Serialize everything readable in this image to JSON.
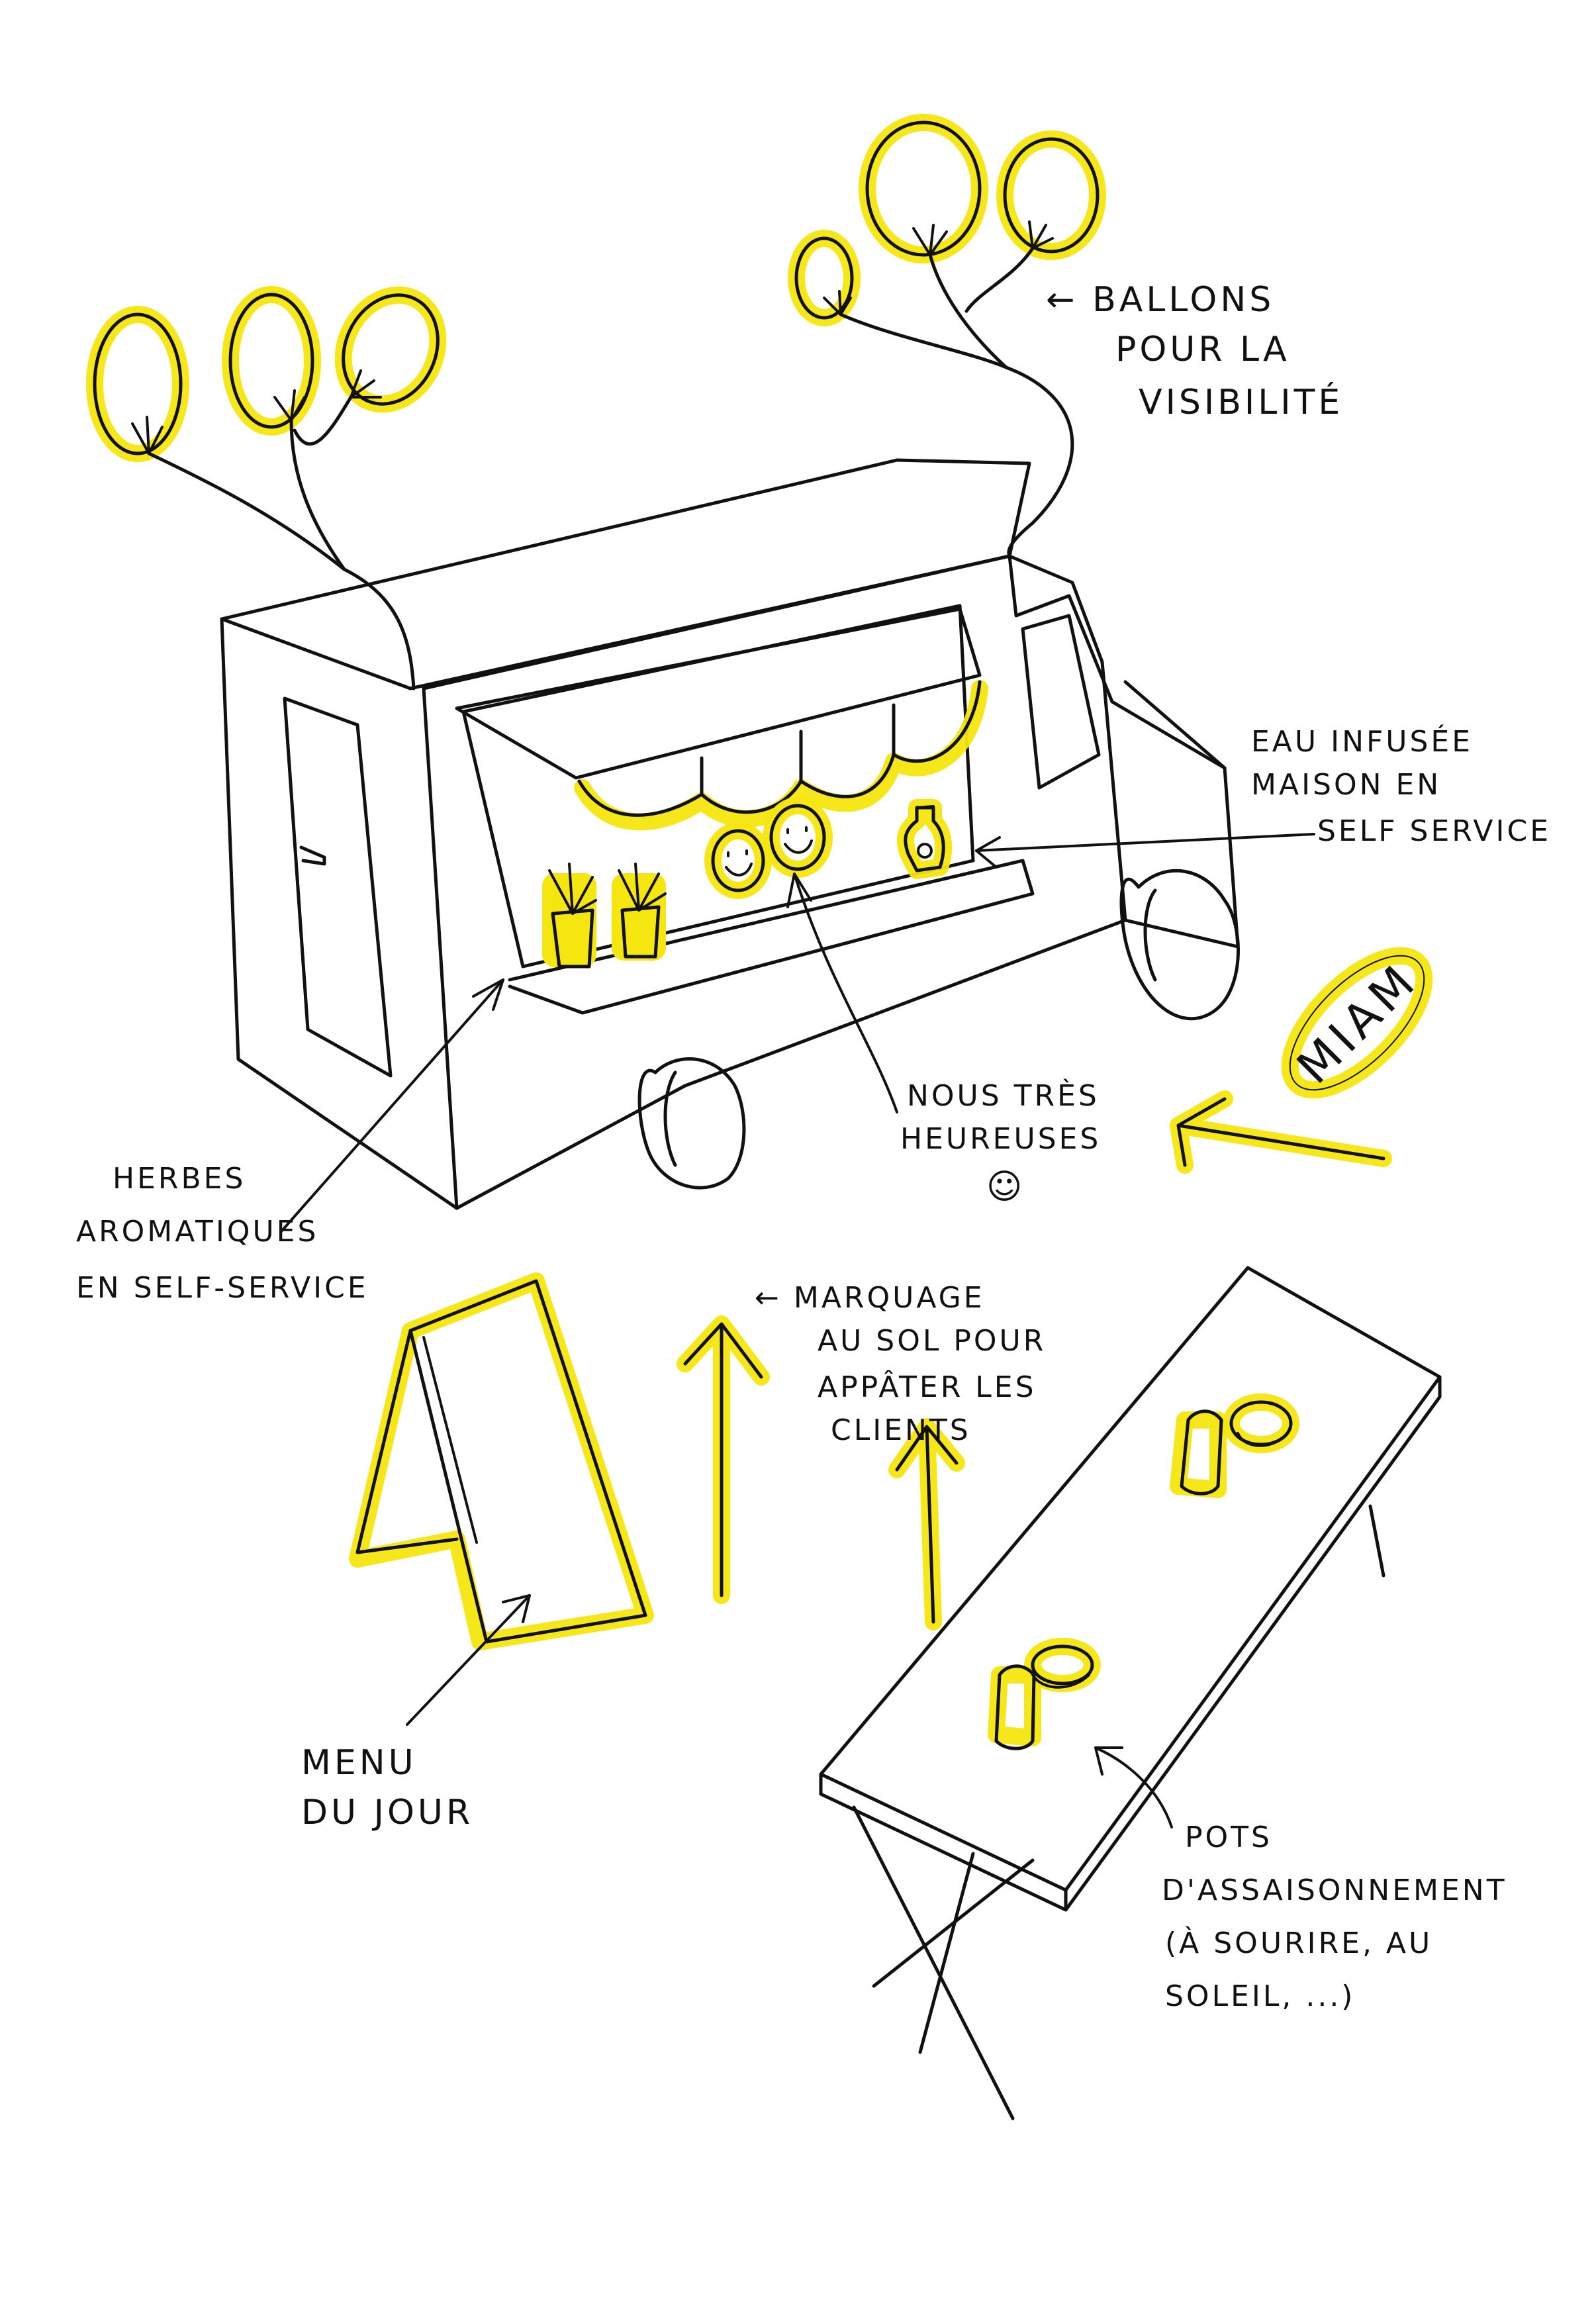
{
  "labels": {
    "ballons": [
      "← BALLONS",
      "POUR LA",
      "VISIBILITÉ"
    ],
    "eau": [
      "EAU INFUSÉE",
      "MAISON EN",
      "SELF SERVICE"
    ],
    "herbes": [
      "HERBES",
      "AROMATIQUES",
      "EN SELF-SERVICE"
    ],
    "heureuses": [
      "NOUS TRÈS",
      "HEUREUSES"
    ],
    "heureuses_face": "☺",
    "miam": "MIAM",
    "marquage": [
      "← MARQUAGE",
      "AU SOL POUR",
      "APPÂTER LES",
      "CLIENTS"
    ],
    "menu": [
      "MENU",
      "DU JOUR"
    ],
    "pots": [
      "POTS",
      "D'ASSAISONNEMENT",
      "(À SOURIRE, AU",
      "SOLEIL, ...)"
    ]
  },
  "colors": {
    "ink": "#111111",
    "highlight": "#f5e60f",
    "paper": "#ffffff"
  }
}
